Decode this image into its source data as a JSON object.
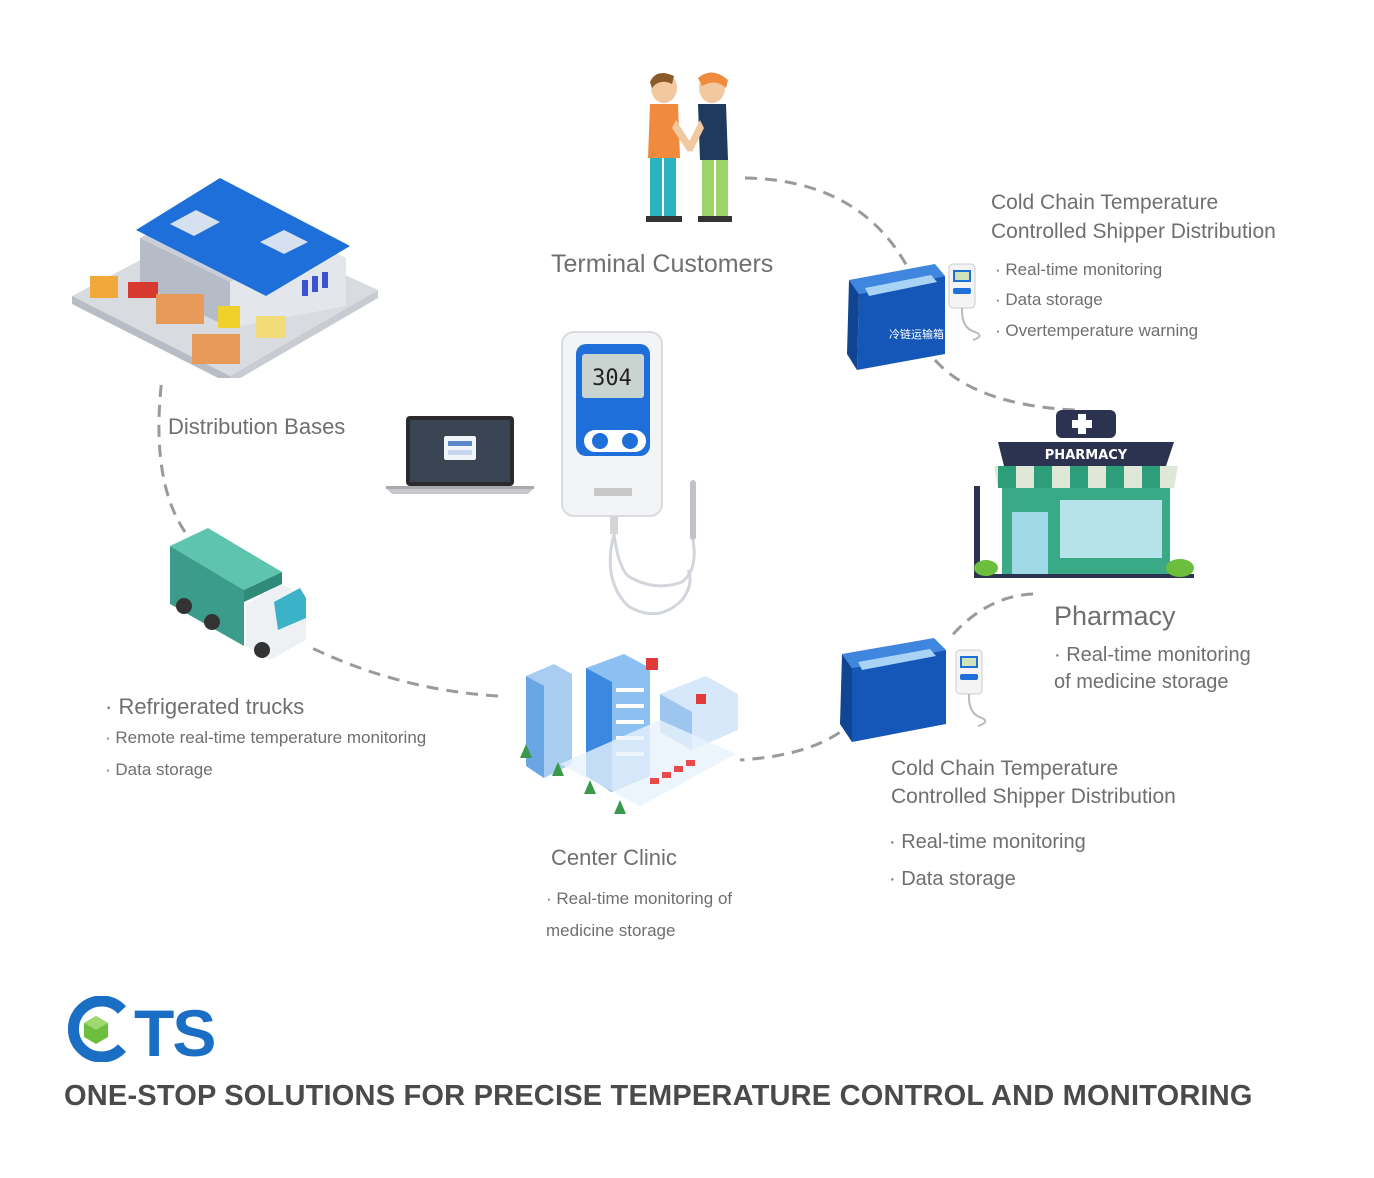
{
  "colors": {
    "text": "#6f6f6f",
    "connector": "#9a9a9a",
    "logo_blue": "#1a6fc4",
    "logo_green": "#6bbf3c",
    "warehouse_roof": "#1e6fd9",
    "truck_teal": "#3b9c8b",
    "shipper_blue": "#1457b8",
    "pharmacy_green": "#2e9e7a"
  },
  "nodes": {
    "terminal_customers": {
      "title": "Terminal Customers"
    },
    "distribution_bases": {
      "title": "Distribution Bases"
    },
    "shipper_top": {
      "title_line1": "Cold Chain Temperature",
      "title_line2": "Controlled Shipper Distribution",
      "items": [
        "· Real-time monitoring",
        "· Data storage",
        "· Overtemperature warning"
      ]
    },
    "pharmacy": {
      "title": "Pharmacy",
      "sign": "PHARMACY",
      "item_line1": "· Real-time monitoring",
      "item_line2": "of medicine storage"
    },
    "shipper_bottom": {
      "title_line1": "Cold Chain Temperature",
      "title_line2": "Controlled Shipper Distribution",
      "items": [
        "· Real-time monitoring",
        "· Data storage"
      ]
    },
    "trucks": {
      "title": "· Refrigerated trucks",
      "items": [
        "· Remote real-time temperature monitoring",
        "· Data storage"
      ]
    },
    "center_clinic": {
      "title": "Center Clinic",
      "item_line1": "· Real-time monitoring of",
      "item_line2": "medicine storage"
    }
  },
  "device": {
    "display_value": "304"
  },
  "brand": {
    "logo_text": "CTS",
    "tagline": "ONE-STOP SOLUTIONS FOR PRECISE TEMPERATURE CONTROL AND MONITORING"
  }
}
